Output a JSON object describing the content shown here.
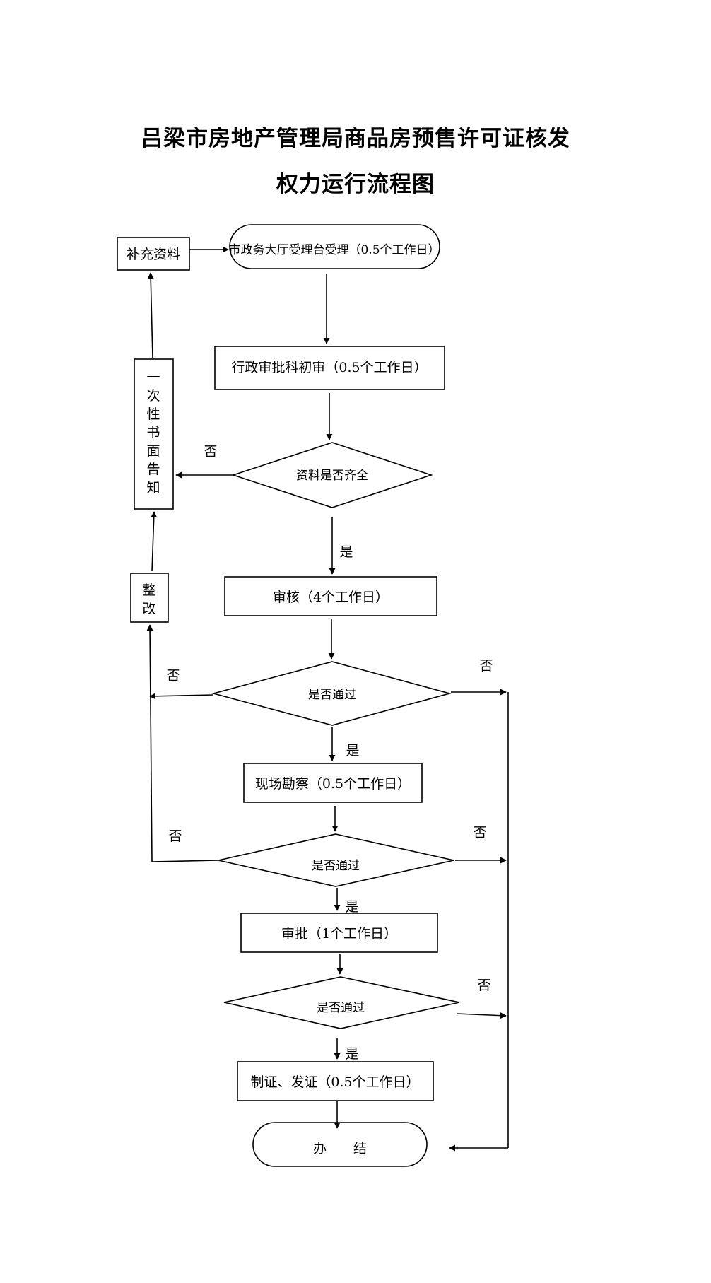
{
  "title": {
    "line1": "吕梁市房地产管理局商品房预售许可证核发",
    "line2": "权力运行流程图"
  },
  "nodes": {
    "start": "市政务大厅受理台受理（0.5个工作日）",
    "supplement": "补充资料",
    "initial_review": "行政审批科初审（0.5个工作日）",
    "materials_complete": "资料是否齐全",
    "written_notice": [
      "一",
      "次",
      "性",
      "书",
      "面",
      "告",
      "知"
    ],
    "review": "审核（4个工作日）",
    "rectify": [
      "整",
      "改"
    ],
    "pass_check_1": "是否通过",
    "site_survey": "现场勘察（0.5个工作日）",
    "pass_check_2": "是否通过",
    "approval": "审批（1个工作日）",
    "pass_check_3": "是否通过",
    "issue_certificate": "制证、发证（0.5个工作日）",
    "end": "办　　结"
  },
  "labels": {
    "yes": "是",
    "no": "否"
  }
}
